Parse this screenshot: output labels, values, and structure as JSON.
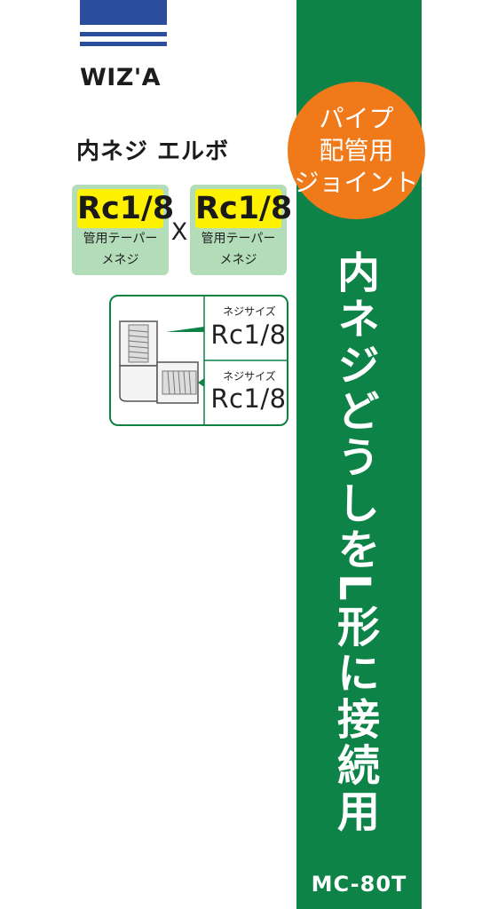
{
  "brand": {
    "logo": "WIZ'A",
    "color": "#2a4d9c"
  },
  "product": {
    "name": "内ネジ エルボ"
  },
  "specs": [
    {
      "size": "Rc1/8",
      "line1": "管用テーパー",
      "line2": "メネジ"
    },
    {
      "size": "Rc1/8",
      "line1": "管用テーパー",
      "line2": "メネジ"
    }
  ],
  "times_sign": "X",
  "diagram": {
    "top": {
      "label": "ネジサイズ",
      "size": "Rc1/8"
    },
    "bottom": {
      "label": "ネジサイズ",
      "size": "Rc1/8"
    }
  },
  "badge": {
    "lines": [
      "パイプ",
      "配管用",
      "ジョイント"
    ],
    "color": "#f07a1a"
  },
  "panel": {
    "vertical_text": "内ネジどうしをL形に接続用",
    "color": "#0d8347"
  },
  "model_number": "MC-80T"
}
